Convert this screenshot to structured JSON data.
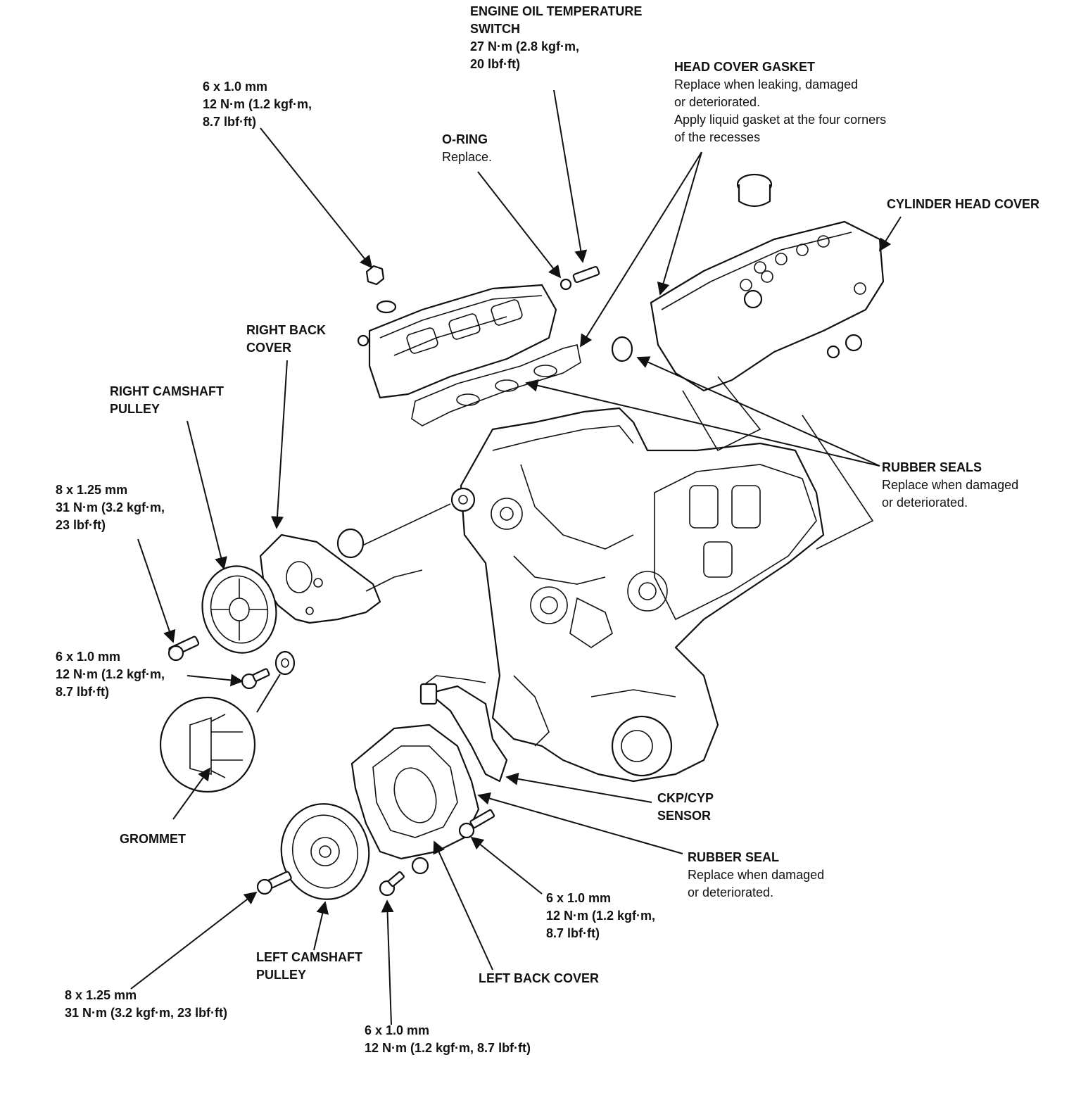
{
  "labels": {
    "oil_temp_switch": {
      "title_1": "ENGINE OIL TEMPERATURE",
      "title_2": "SWITCH",
      "spec_1": "27 N·m (2.8 kgf·m,",
      "spec_2": "20 lbf·ft)"
    },
    "head_cover_gasket": {
      "title": "HEAD COVER GASKET",
      "note_1": "Replace when leaking, damaged",
      "note_2": "or deteriorated.",
      "note_3": "Apply liquid gasket at the four corners",
      "note_4": "of the recesses"
    },
    "bolt_top": {
      "size": "6 x 1.0 mm",
      "spec_1": "12 N·m (1.2 kgf·m,",
      "spec_2": "8.7 lbf·ft)"
    },
    "o_ring": {
      "title": "O-RING",
      "note": "Replace."
    },
    "cylinder_head_cover": {
      "title": "CYLINDER HEAD COVER"
    },
    "right_back_cover": {
      "title_1": "RIGHT BACK",
      "title_2": "COVER"
    },
    "right_camshaft_pulley": {
      "title_1": "RIGHT CAMSHAFT",
      "title_2": "PULLEY"
    },
    "rubber_seals": {
      "title": "RUBBER SEALS",
      "note_1": "Replace when damaged",
      "note_2": "or deteriorated."
    },
    "bolt_right_pulley": {
      "size": "8 x 1.25 mm",
      "spec_1": "31 N·m (3.2 kgf·m,",
      "spec_2": "23 lbf·ft)"
    },
    "bolt_right_cover": {
      "size": "6 x 1.0 mm",
      "spec_1": "12 N·m (1.2 kgf·m,",
      "spec_2": "8.7 lbf·ft)"
    },
    "grommet": {
      "title": "GROMMET"
    },
    "ckp_cyp_sensor": {
      "title_1": "CKP/CYP",
      "title_2": "SENSOR"
    },
    "rubber_seal": {
      "title": "RUBBER SEAL",
      "note_1": "Replace when damaged",
      "note_2": "or deteriorated."
    },
    "bolt_left_cover": {
      "size": "6 x 1.0 mm",
      "spec_1": "12 N·m (1.2 kgf·m,",
      "spec_2": "8.7 lbf·ft)"
    },
    "left_camshaft_pulley": {
      "title_1": "LEFT CAMSHAFT",
      "title_2": "PULLEY"
    },
    "left_back_cover": {
      "title": "LEFT BACK COVER"
    },
    "bolt_left_pulley": {
      "size": "8 x 1.25 mm",
      "spec": "31 N·m (3.2 kgf·m, 23 lbf·ft)"
    },
    "bolt_bottom": {
      "size": "6 x 1.0 mm",
      "spec": "12 N·m (1.2 kgf·m, 8.7 lbf·ft)"
    }
  }
}
